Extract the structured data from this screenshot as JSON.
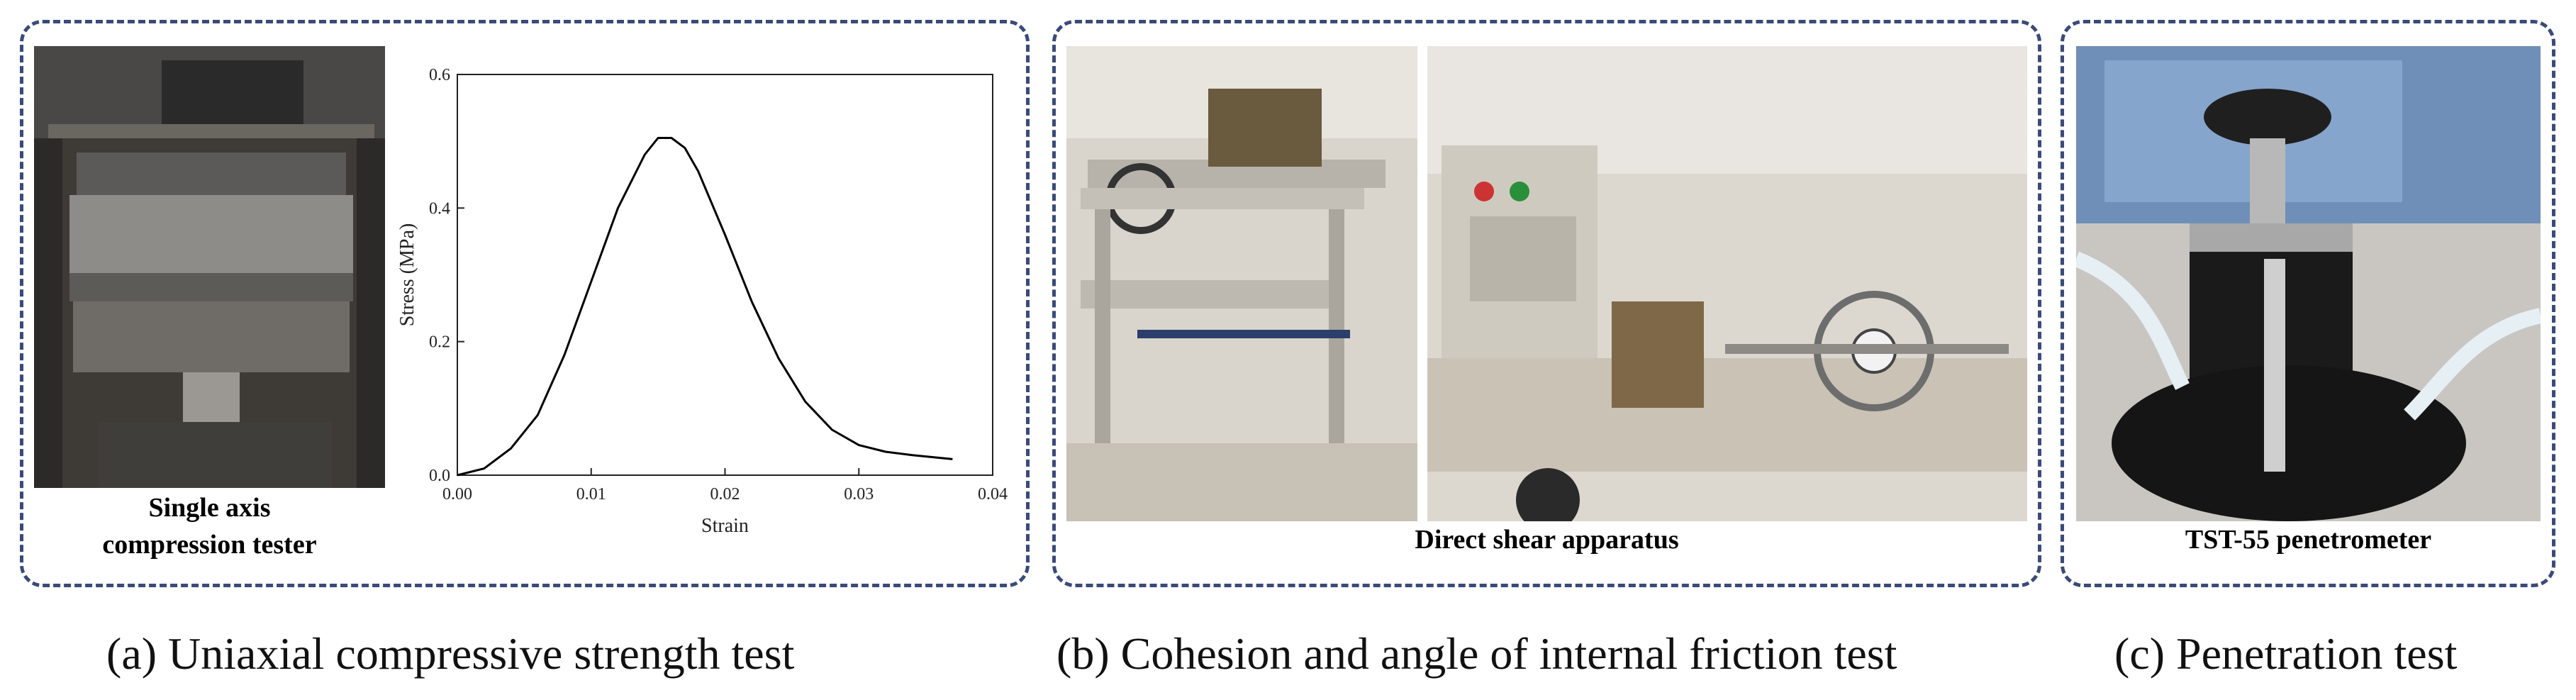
{
  "panels": {
    "a": {
      "photo_label_line1": "Single axis",
      "photo_label_line2": "compression tester",
      "caption": "(a) Uniaxial compressive strength test"
    },
    "b": {
      "photo_label": "Direct shear apparatus",
      "caption": "(b) Cohesion and angle of internal friction test"
    },
    "c": {
      "photo_label": "TST-55 penetrometer",
      "caption": "(c) Penetration test"
    }
  },
  "colors": {
    "panel_border": "#3a4a7a",
    "curve": "#000000"
  },
  "chart_data": {
    "type": "line",
    "xlabel": "Strain",
    "ylabel": "Stress (MPa)",
    "xlim": [
      0.0,
      0.04
    ],
    "ylim": [
      0.0,
      0.6
    ],
    "xticks": [
      "0.00",
      "0.01",
      "0.02",
      "0.03",
      "0.04"
    ],
    "yticks": [
      "0.0",
      "0.2",
      "0.4",
      "0.6"
    ],
    "grid": false,
    "series": [
      {
        "x": [
          0.0,
          0.002,
          0.004,
          0.006,
          0.008,
          0.01,
          0.012,
          0.014,
          0.015,
          0.016,
          0.017,
          0.018,
          0.02,
          0.022,
          0.024,
          0.026,
          0.028,
          0.03,
          0.032,
          0.034,
          0.036,
          0.037
        ],
        "y": [
          0.0,
          0.01,
          0.04,
          0.09,
          0.18,
          0.29,
          0.4,
          0.48,
          0.505,
          0.505,
          0.49,
          0.455,
          0.36,
          0.26,
          0.175,
          0.11,
          0.068,
          0.045,
          0.035,
          0.03,
          0.026,
          0.024
        ]
      }
    ]
  }
}
